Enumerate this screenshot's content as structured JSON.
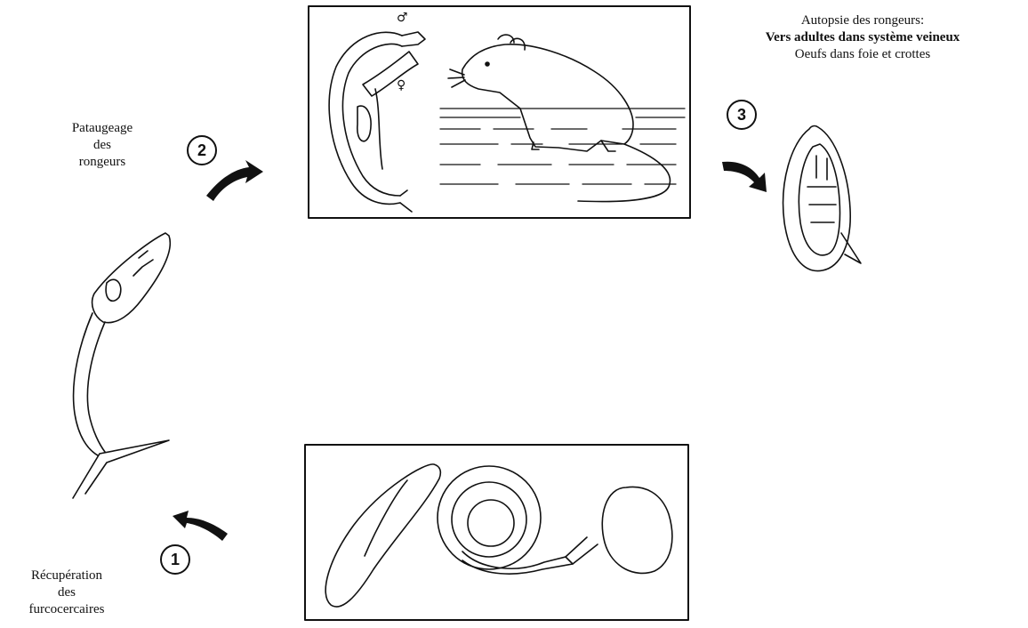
{
  "step_labels": {
    "step1": {
      "number": "1",
      "lines": [
        "Récupération",
        "des",
        "furcocercaires"
      ]
    },
    "step2": {
      "number": "2",
      "lines": [
        "Pataugeage",
        "des",
        "rongeurs"
      ]
    },
    "step3": {
      "number": "3",
      "lines": [
        "Autopsie des rongeurs:",
        "Vers adultes dans système veineux",
        "Oeufs dans foie et crottes"
      ]
    }
  },
  "symbols": {
    "male": "♂",
    "female": "♀"
  },
  "colors": {
    "ink": "#111111",
    "background": "#ffffff"
  },
  "icons": [
    "cercaria-drawing",
    "adult-worm-pair-drawing",
    "mouse-drawing",
    "egg-drawing",
    "snail-drawing",
    "sporocyst-drawing",
    "cycle-arrow-icon"
  ]
}
